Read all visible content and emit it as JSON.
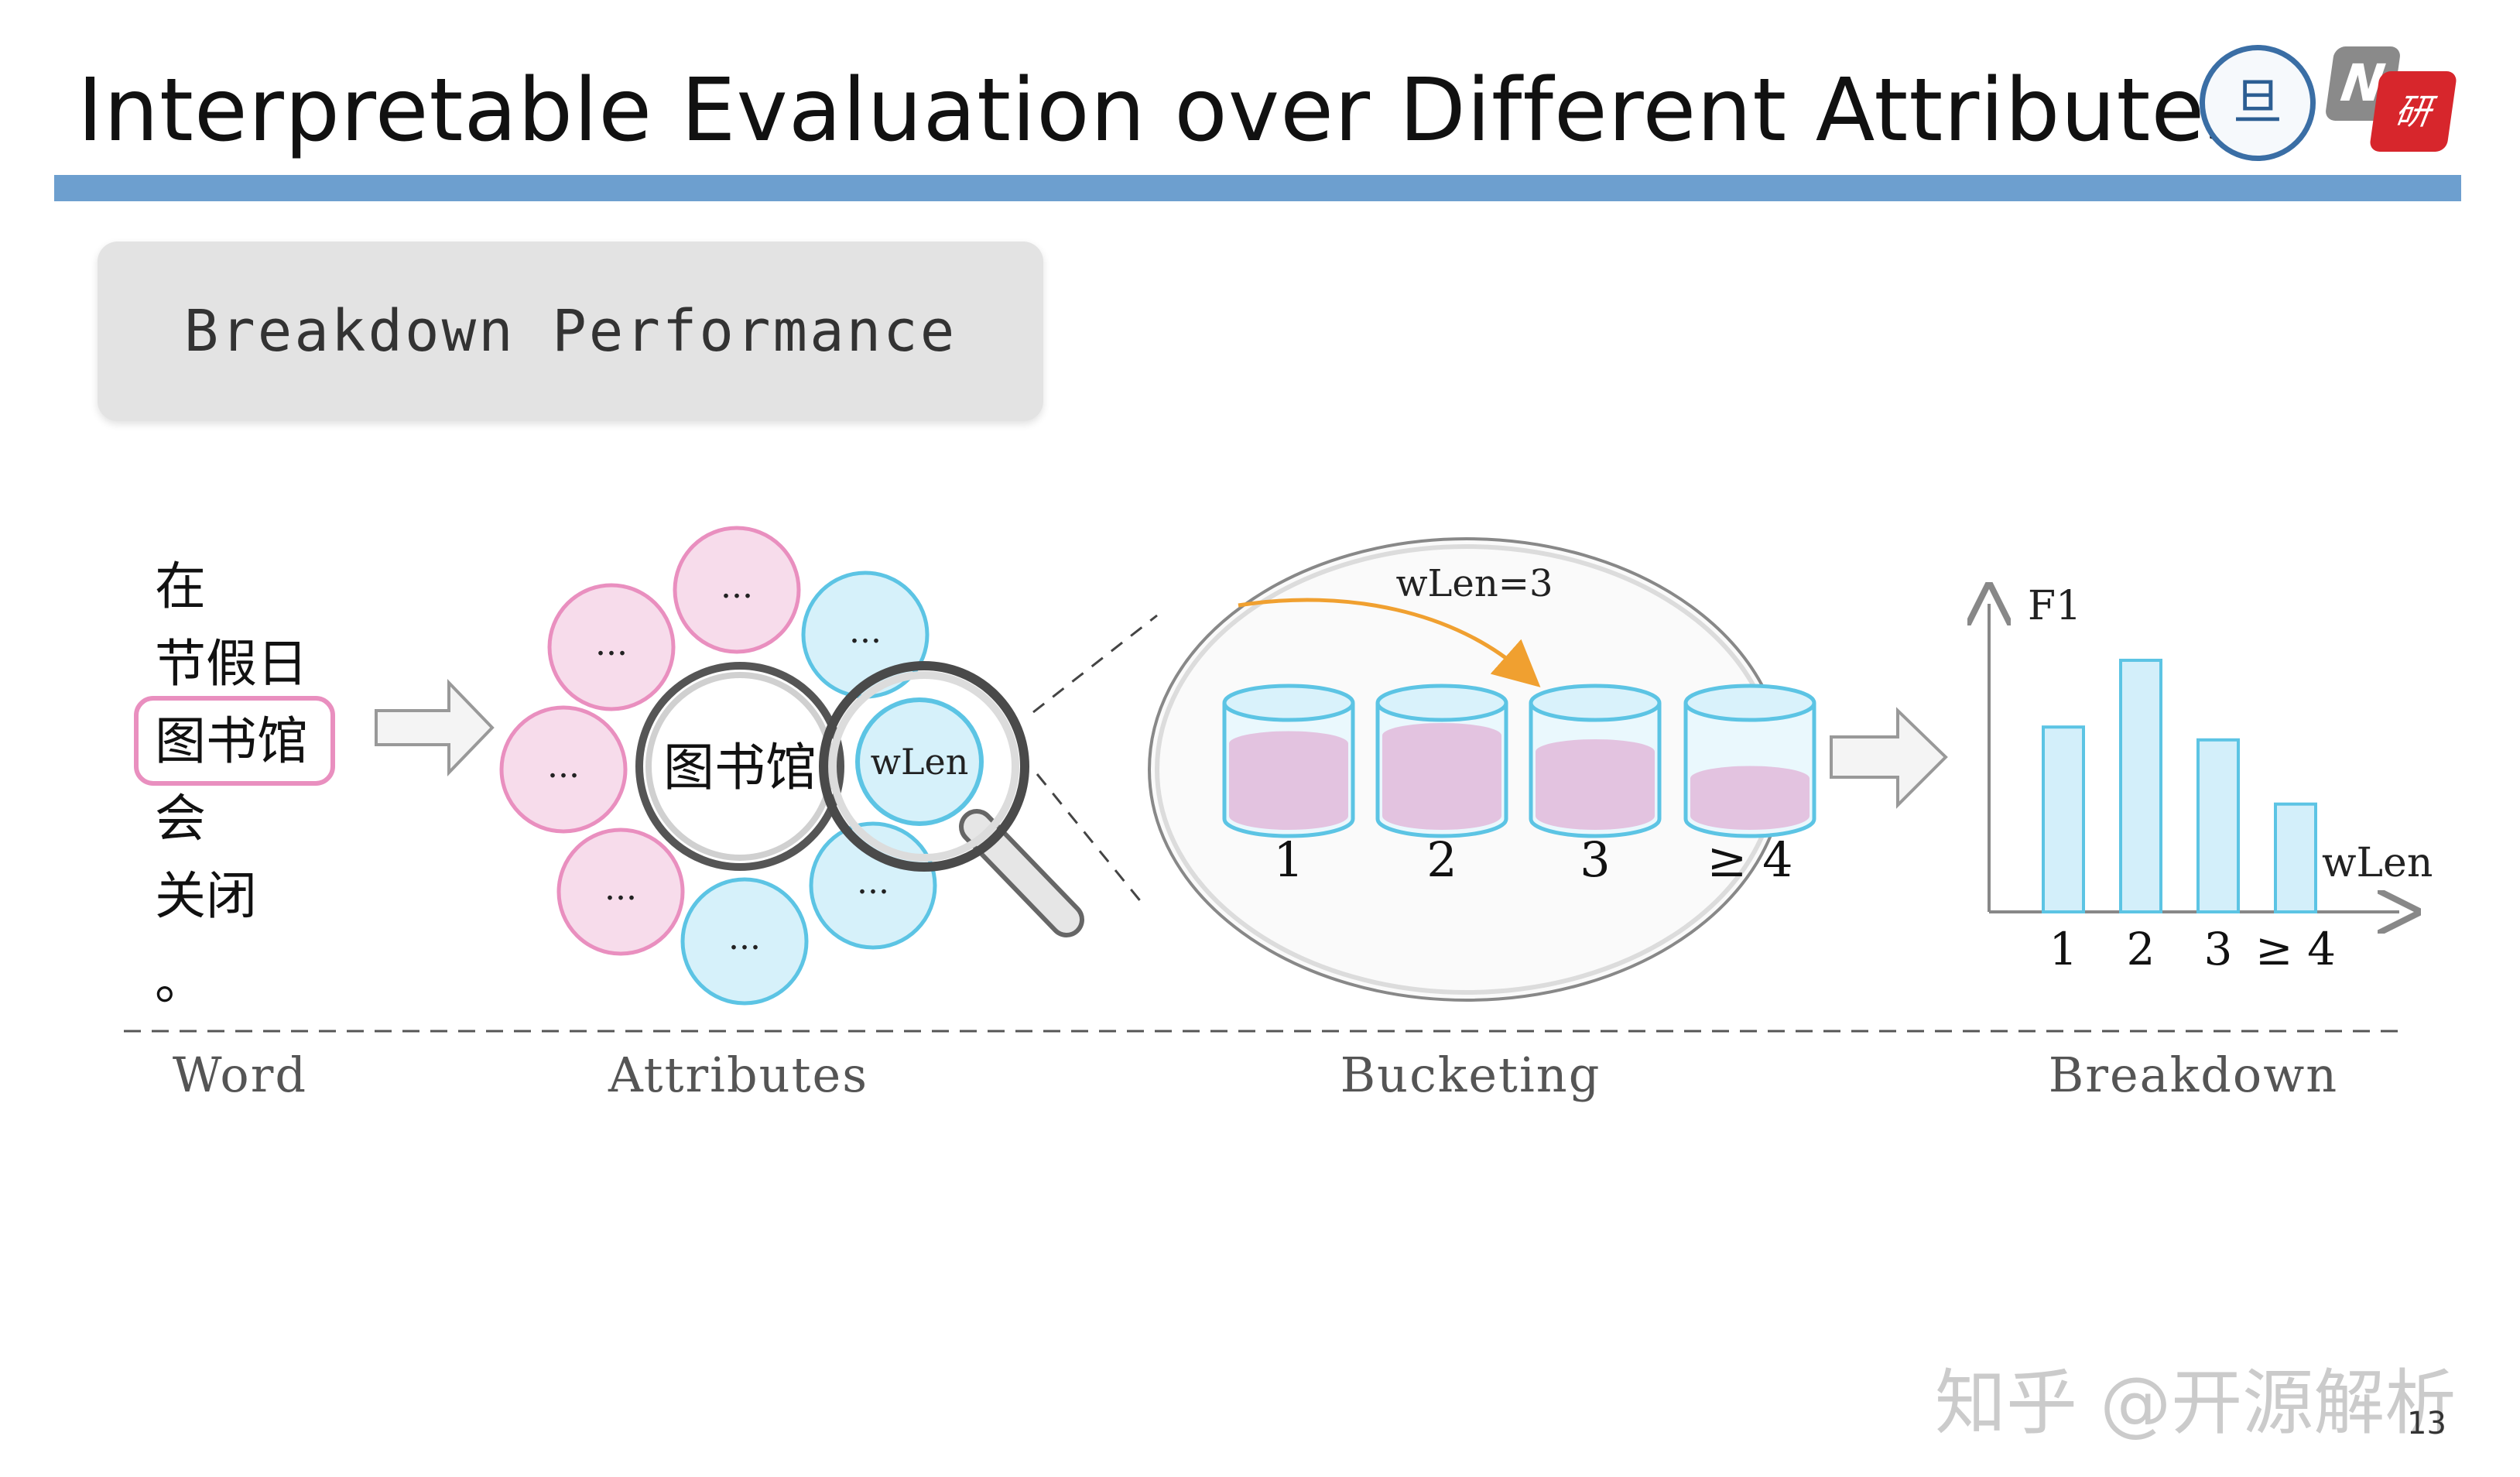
{
  "slide": {
    "title": "Interpretable Evaluation over Different Attributes",
    "section": "Breakdown Performance",
    "page_number": "13",
    "watermark": "知乎 @开源解析"
  },
  "logos": {
    "university_char": "旦",
    "n_badge": "N",
    "yan_badge": "研"
  },
  "colors": {
    "title_rule": "#6d9fcf",
    "pink": "#e98fbf",
    "pink_fill": "#f7dceb",
    "cyan": "#5cc4e4",
    "cyan_fill": "#d6f1fa",
    "bucket_liquid": "#e3c3e0",
    "arrow_orange": "#f0a030"
  },
  "sentence": {
    "tokens": [
      "在",
      "节假日",
      "图书馆",
      "会",
      "关闭",
      "。"
    ],
    "highlighted_index": 2
  },
  "attributes": {
    "center_word": "图书馆",
    "focus_attribute": "wLen",
    "placeholders": [
      "...",
      "...",
      "...",
      "...",
      "...",
      "...",
      "...",
      "..."
    ]
  },
  "bucketing": {
    "label": "wLen=3",
    "bucket_labels": [
      "1",
      "2",
      "3",
      "≥ 4"
    ],
    "fill_levels": [
      0.65,
      0.72,
      0.58,
      0.35
    ]
  },
  "chart_data": {
    "type": "bar",
    "categories": [
      "1",
      "2",
      "3",
      "≥ 4"
    ],
    "values": [
      0.72,
      0.98,
      0.67,
      0.42
    ],
    "ylabel": "F1",
    "xlabel": "wLen",
    "ylim": [
      0,
      1.2
    ]
  },
  "stages": [
    "Word",
    "Attributes",
    "Bucketing",
    "Breakdown"
  ]
}
